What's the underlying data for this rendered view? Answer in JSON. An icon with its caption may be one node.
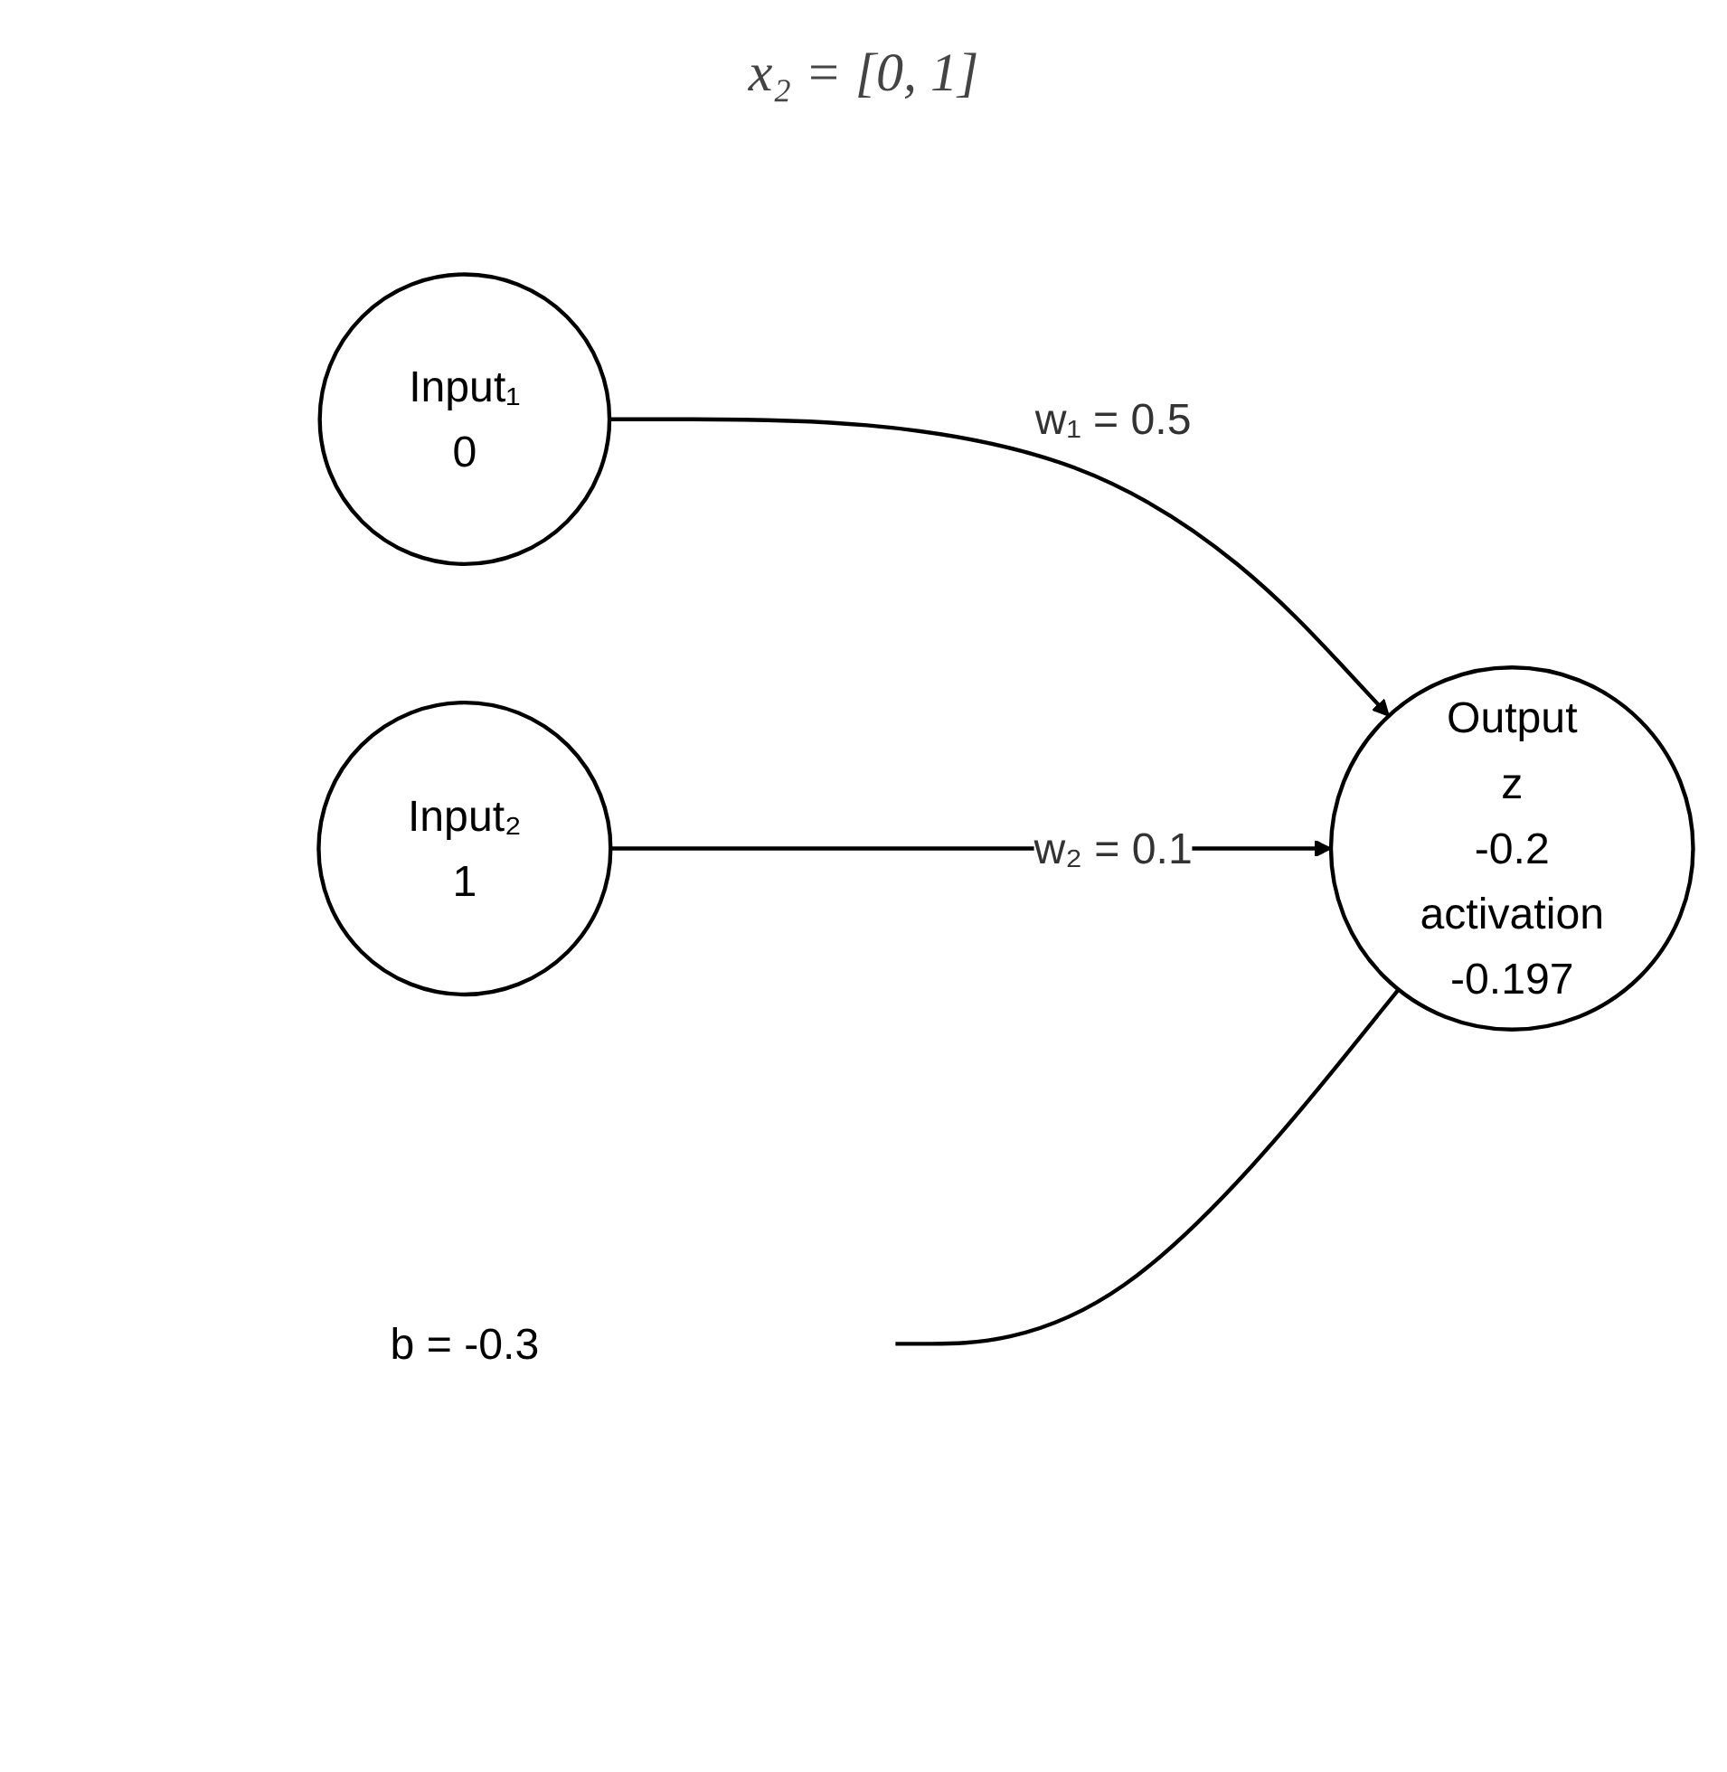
{
  "diagram": {
    "title": "x₂ = [0, 1]",
    "nodes": [
      {
        "text": [
          "Input₁",
          "0"
        ]
      },
      {
        "text": [
          "Input₂",
          "1"
        ]
      },
      {
        "text": [
          "Output",
          "z",
          "-0.2",
          "activation",
          "-0.197"
        ]
      },
      {
        "text": [
          "b = -0.3"
        ]
      }
    ],
    "edges": [
      {
        "from": 0,
        "to": 2,
        "arrow": "to",
        "label": "w₁ = 0.5"
      },
      {
        "from": 1,
        "to": 2,
        "arrow": "to",
        "label": "w₂ = 0.1"
      },
      {
        "from": 3,
        "to": 2,
        "arrow": "none"
      }
    ]
  }
}
